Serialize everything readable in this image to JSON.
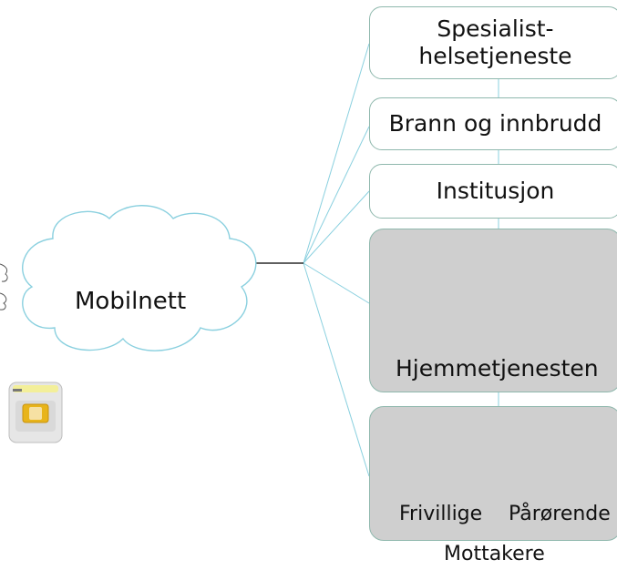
{
  "cloud_label": "Mobilnett",
  "recipients": {
    "specialist": "Spesialist-\nhelsetjeneste",
    "fire": "Brann og innbrudd",
    "institution": "Institusjon",
    "home_care": "Hjemmetjenesten",
    "volunteers": "Frivillige",
    "relatives": "Pårørende"
  },
  "footer_label": "Mottakere",
  "colors": {
    "line": "#8ad0df",
    "border": "#8fb8ad",
    "panel": "#cfcfcf",
    "red_person": "#e8322a",
    "yellow_person": "#f2ea1a"
  }
}
